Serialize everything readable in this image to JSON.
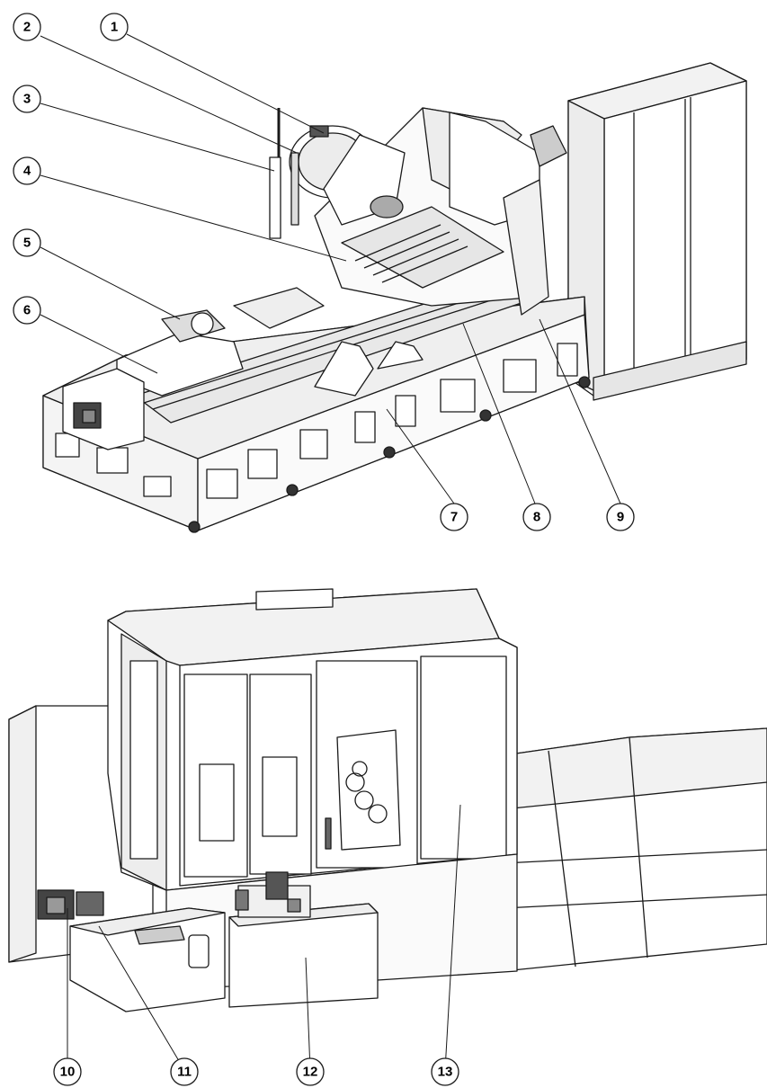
{
  "callouts": [
    {
      "id": "c1",
      "label": "1"
    },
    {
      "id": "c2",
      "label": "2"
    },
    {
      "id": "c3",
      "label": "3"
    },
    {
      "id": "c4",
      "label": "4"
    },
    {
      "id": "c5",
      "label": "5"
    },
    {
      "id": "c6",
      "label": "6"
    },
    {
      "id": "c7",
      "label": "7"
    },
    {
      "id": "c8",
      "label": "8"
    },
    {
      "id": "c9",
      "label": "9"
    },
    {
      "id": "c10",
      "label": "10"
    },
    {
      "id": "c11",
      "label": "11"
    },
    {
      "id": "c12",
      "label": "12"
    },
    {
      "id": "c13",
      "label": "13"
    }
  ],
  "colors": {
    "line": "#1a1a1a",
    "fill": "#ffffff",
    "shade": "#e6e6e6",
    "dark": "#555555"
  }
}
